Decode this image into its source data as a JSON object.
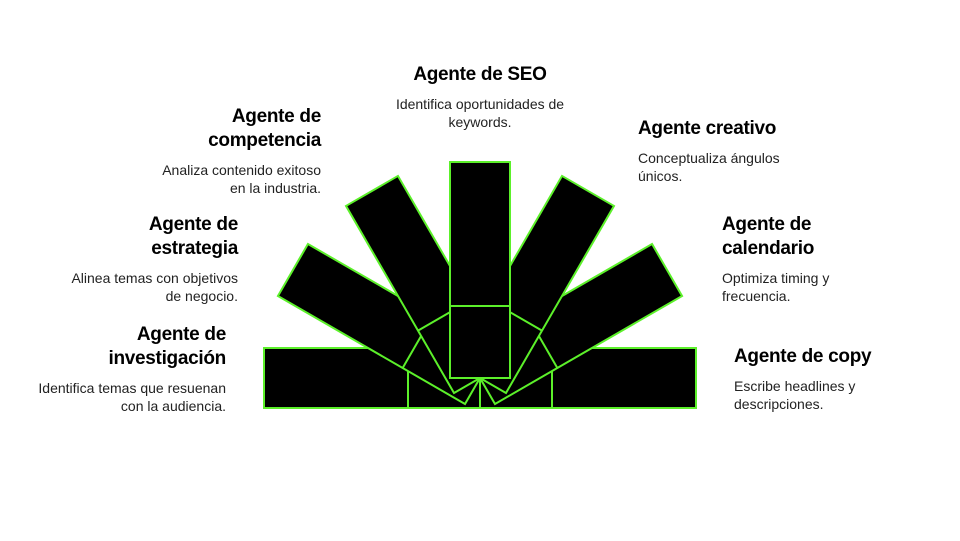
{
  "colors": {
    "fill": "#000000",
    "stroke": "#5cf02a"
  },
  "agents": [
    {
      "id": "investigacion",
      "title": "Agente de investigación",
      "desc": "Identifica temas que resuenan con la audiencia.",
      "angle": 180
    },
    {
      "id": "estrategia",
      "title": "Agente de estrategia",
      "desc": "Alinea temas con objetivos de negocio.",
      "angle": 150
    },
    {
      "id": "competencia",
      "title": "Agente de competencia",
      "desc": "Analiza contenido exitoso en la industria.",
      "angle": 120
    },
    {
      "id": "seo",
      "title": "Agente de SEO",
      "desc": "Identifica oportunidades de keywords.",
      "angle": 90
    },
    {
      "id": "creativo",
      "title": "Agente creativo",
      "desc": "Conceptualiza ángulos únicos.",
      "angle": 60
    },
    {
      "id": "calendario",
      "title": "Agente de calendario",
      "desc": "Optimiza timing y frecuencia.",
      "angle": 30
    },
    {
      "id": "copy",
      "title": "Agente de copy",
      "desc": "Escribe headlines y descripciones.",
      "angle": 0
    }
  ]
}
